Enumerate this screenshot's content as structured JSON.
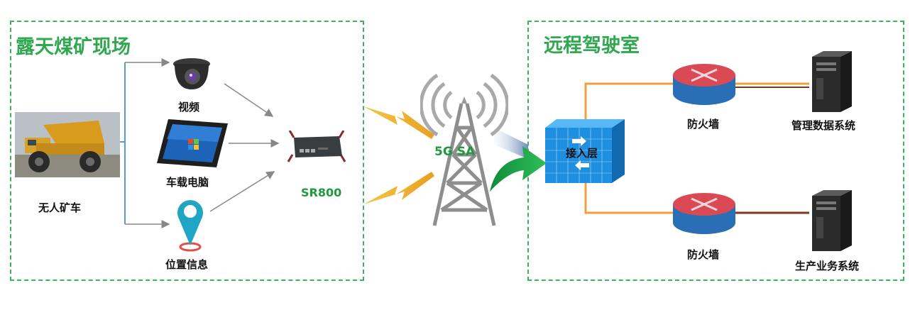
{
  "left_region": {
    "title": "露天煤矿现场"
  },
  "right_region": {
    "title": "远程驾驶室"
  },
  "truck": {
    "label": "无人矿车"
  },
  "camera": {
    "label": "视频"
  },
  "tablet": {
    "label": "车载电脑"
  },
  "location": {
    "label": "位置信息"
  },
  "router": {
    "label": "SR800"
  },
  "tower": {
    "label": "5G SA"
  },
  "access_switch": {
    "label": "接入层"
  },
  "firewall_top": {
    "label": "防火墙"
  },
  "firewall_bottom": {
    "label": "防火墙"
  },
  "server_top": {
    "label": "管理数据系统"
  },
  "server_bottom": {
    "label": "生产业务系统"
  },
  "colors": {
    "accent_green": "#2fa84f",
    "orange_link": "#f0a040",
    "brown_link": "#7a3b1a"
  }
}
